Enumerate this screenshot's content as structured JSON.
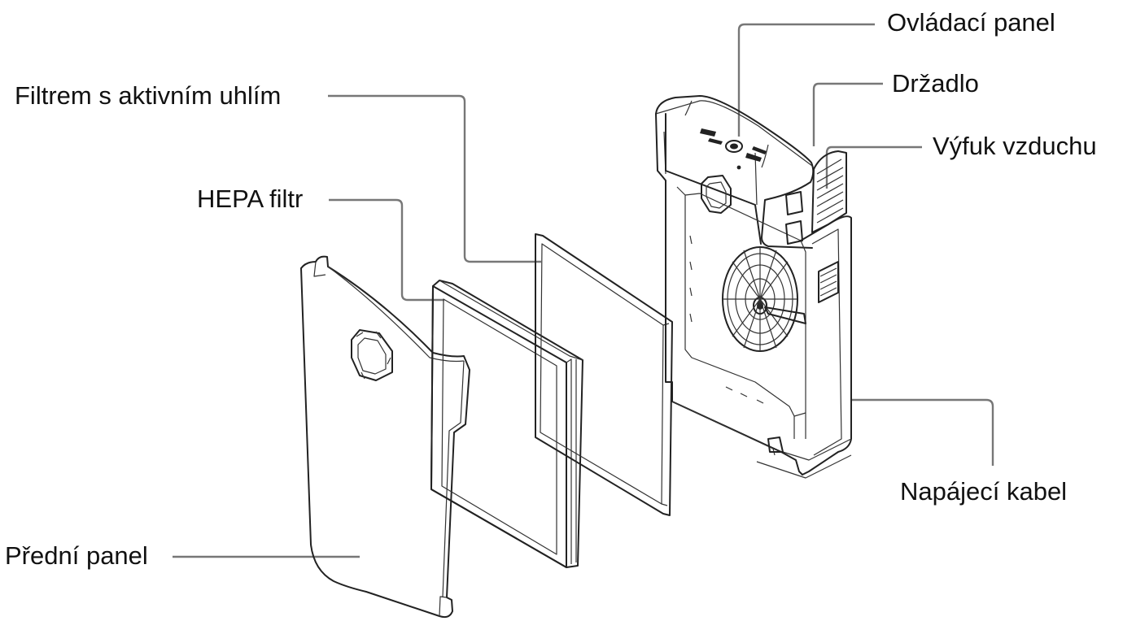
{
  "labels": {
    "control_panel": "Ovládací panel",
    "handle": "Držadlo",
    "air_outlet": "Výfuk vzduchu",
    "carbon_filter": "Filtrem s aktivním uhlím",
    "hepa_filter": "HEPA filtr",
    "power_cable": "Napájecí kabel",
    "front_panel": "Přední panel"
  },
  "colors": {
    "line": "#222222",
    "leader": "#777777",
    "background": "#ffffff"
  }
}
